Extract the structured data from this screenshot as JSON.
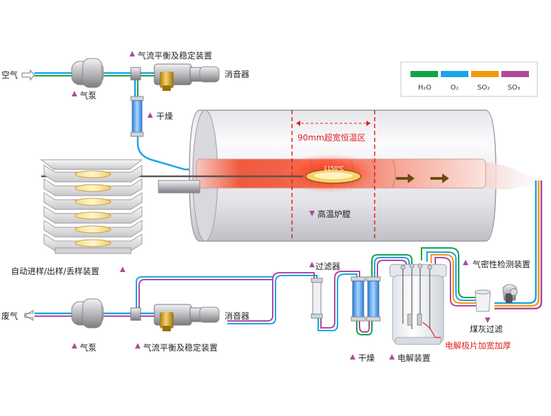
{
  "legend": {
    "items": [
      {
        "label": "H₂O",
        "color": "#13a24a"
      },
      {
        "label": "O₂",
        "color": "#1aa3e8"
      },
      {
        "label": "SO₂",
        "color": "#f39a10"
      },
      {
        "label": "SO₃",
        "color": "#b0489c"
      }
    ]
  },
  "labels": {
    "air": "空气",
    "pump_top": "气泵",
    "stabilizer_top": "气流平衡及稳定装置",
    "muffler_top": "消音器",
    "dryer_top": "干燥",
    "hot_zone": "90mm超宽恒温区",
    "temperature": "1150℃",
    "furnace": "高温炉膛",
    "autosampler": "自动进样/出样/丢样装置",
    "exhaust": "废气",
    "pump_bottom": "气泵",
    "stabilizer_bottom": "气流平衡及稳定装置",
    "muffler_bottom": "消音器",
    "filter": "过滤器",
    "dryer_bottom": "干燥",
    "electrolysis": "电解装置",
    "electrode_note": "电解极片加宽加厚",
    "leak_check": "气密性检测装置",
    "soot_filter": "煤灰过滤"
  },
  "colors": {
    "marker": "#b0489c",
    "hot_zone_line": "#e02020",
    "note_red": "#e02020"
  }
}
